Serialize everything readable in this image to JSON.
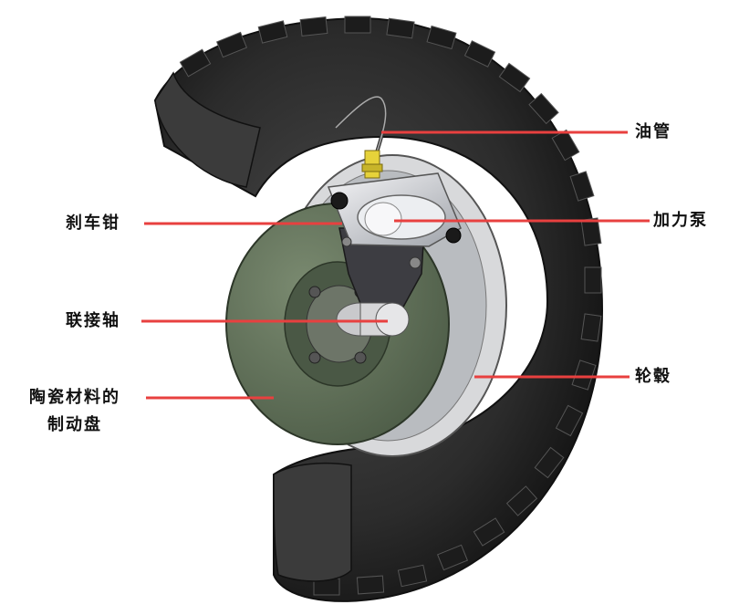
{
  "labels": {
    "oil_pipe": "油管",
    "caliper": "刹车钳",
    "booster_pump": "加力泵",
    "axle": "联接轴",
    "hub": "轮毂",
    "disc_line1": "陶瓷材料的",
    "disc_line2": "制动盘"
  },
  "colors": {
    "leader_line": "#e8403f",
    "tire": "#2a2a2a",
    "disc": "#596a52"
  }
}
